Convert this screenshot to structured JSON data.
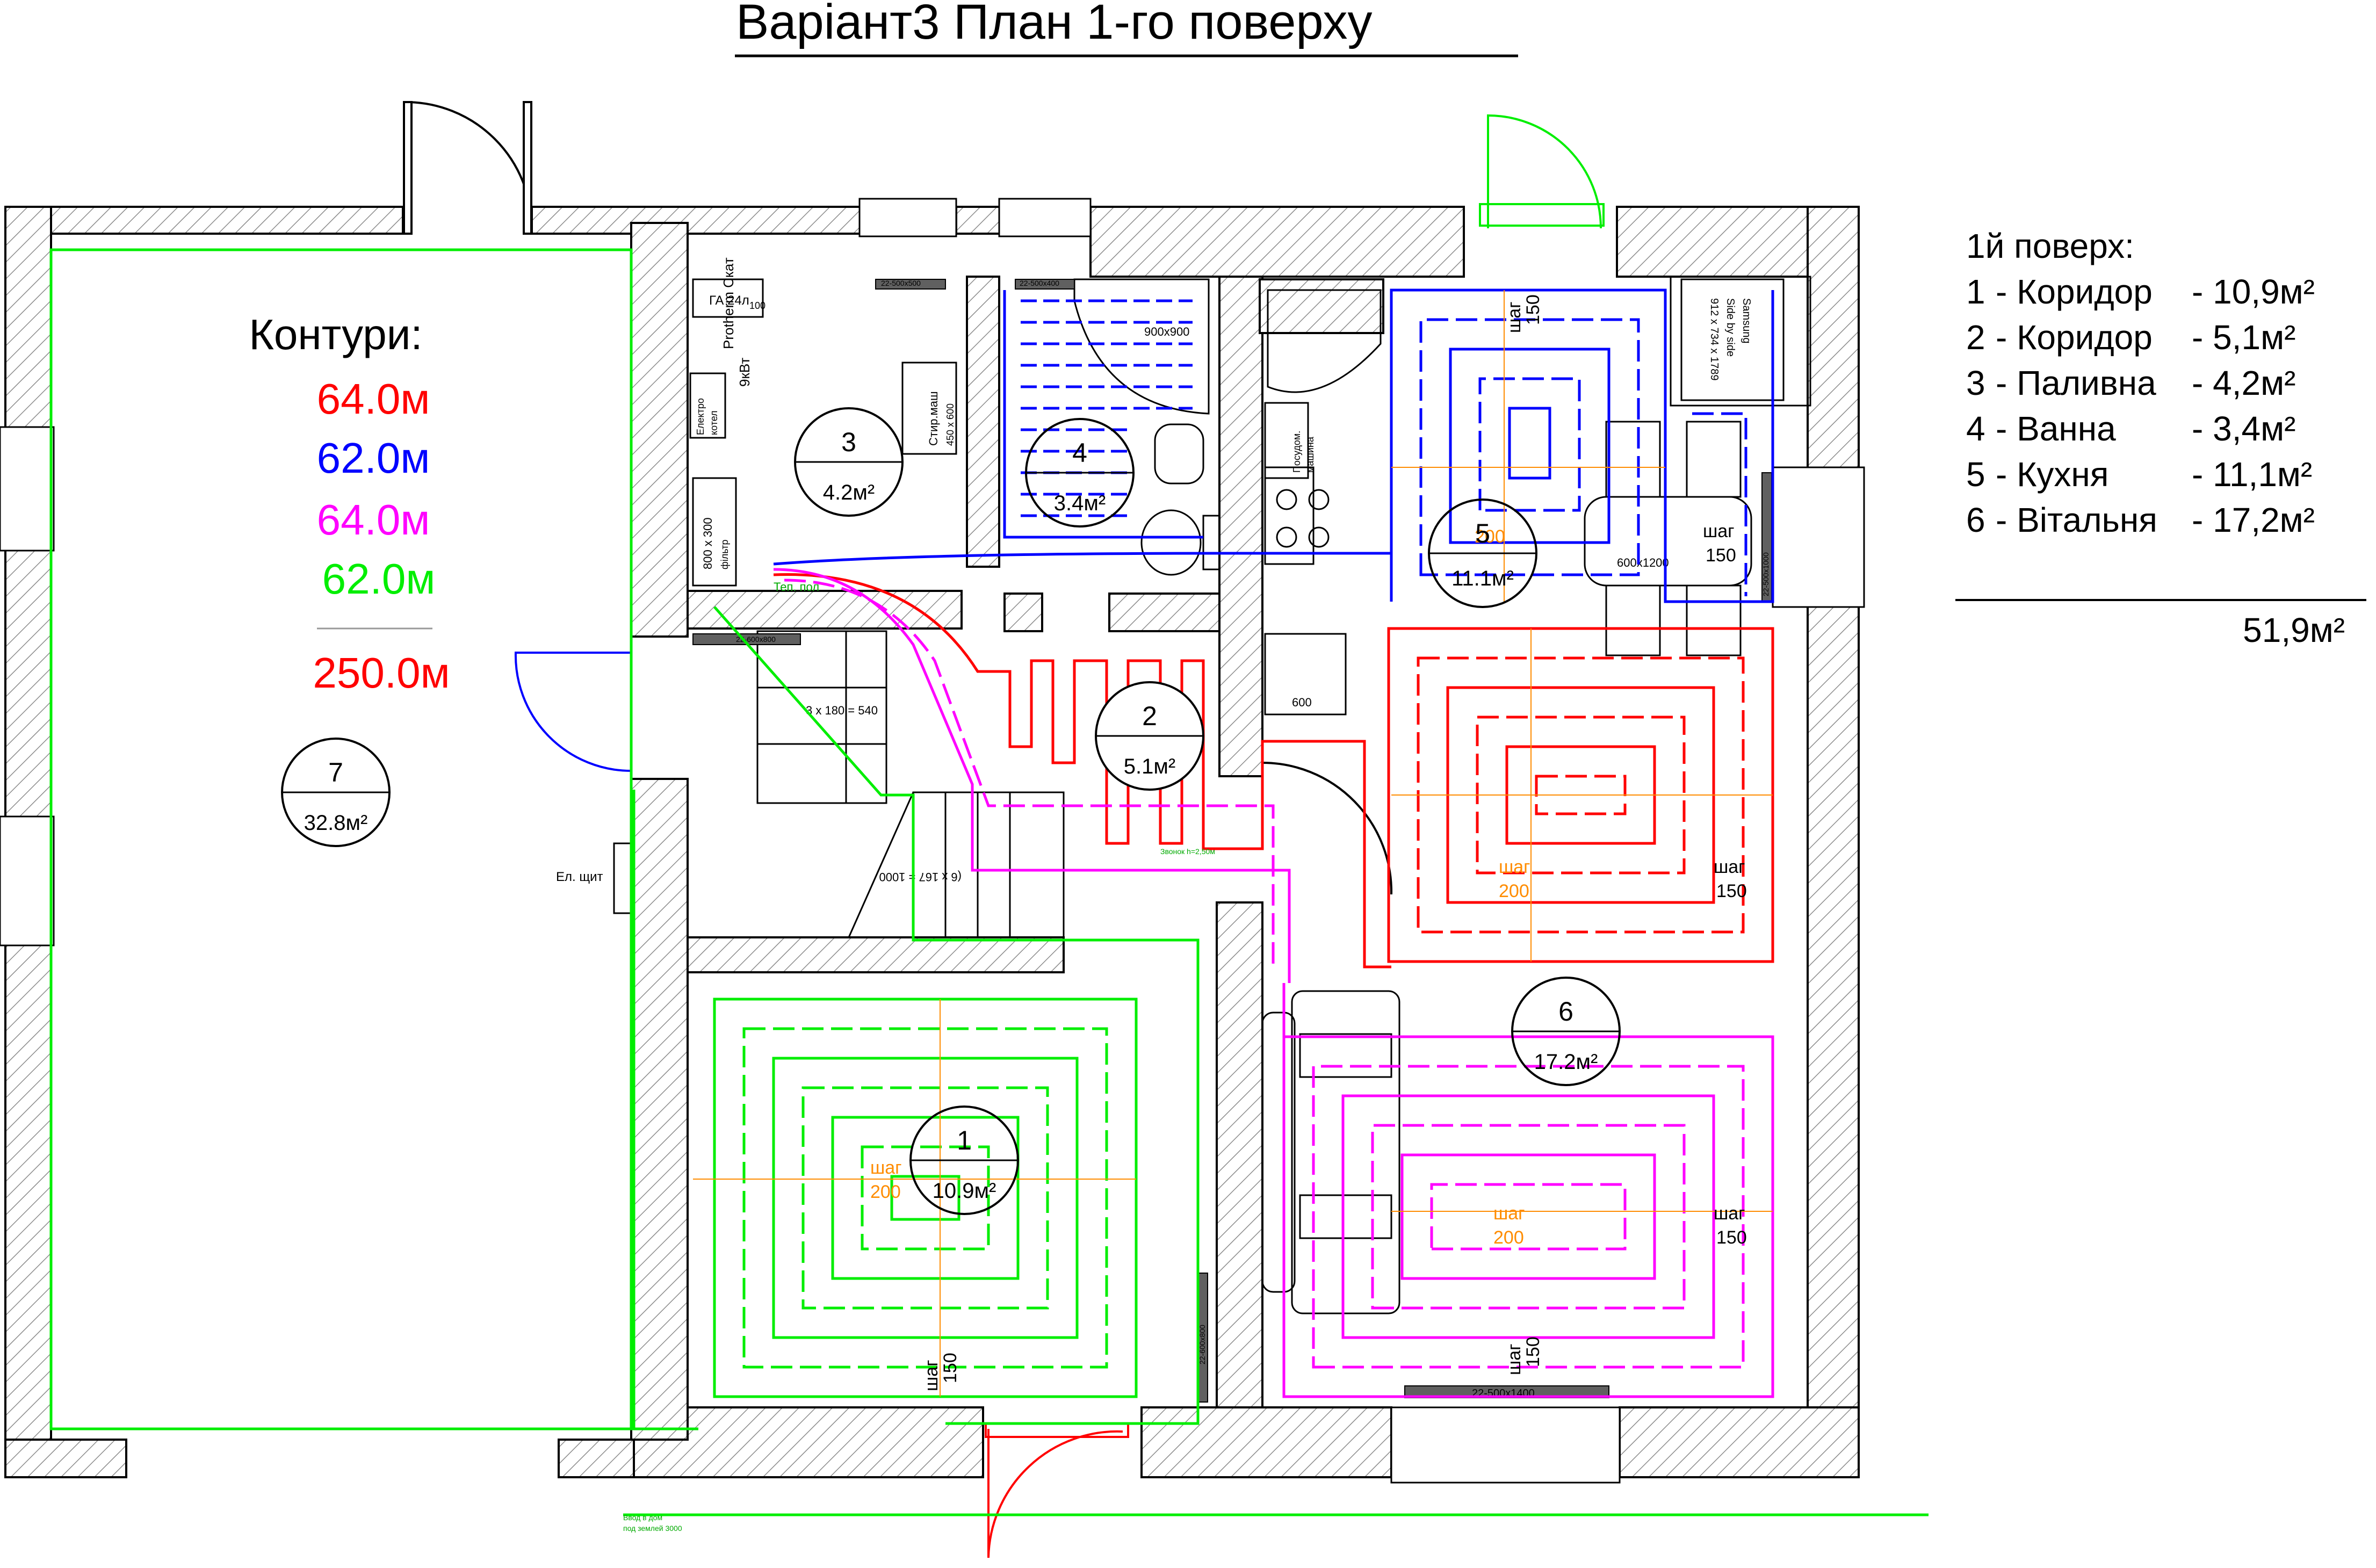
{
  "title": "Варіант3 План 1-го поверху",
  "contours": {
    "heading": "Контури:",
    "items": [
      {
        "value": "64.0м",
        "color": "#ff0000"
      },
      {
        "value": "62.0м",
        "color": "#0000ff"
      },
      {
        "value": "64.0м",
        "color": "#ff00ff"
      },
      {
        "value": "62.0м",
        "color": "#00ee00"
      }
    ],
    "total": "250.0м",
    "total_color": "#ff0000"
  },
  "legend": {
    "heading": "1й поверх:",
    "rows": [
      {
        "num": "1",
        "name": "- Коридор",
        "area": "- 10,9м²"
      },
      {
        "num": "2",
        "name": "- Коридор",
        "area": "- 5,1м²"
      },
      {
        "num": "3",
        "name": "- Паливна",
        "area": "- 4,2м²"
      },
      {
        "num": "4",
        "name": "- Ванна",
        "area": "- 3,4м²"
      },
      {
        "num": "5",
        "name": "- Кухня",
        "area": "- 11,1м²"
      },
      {
        "num": "6",
        "name": "- Вітальня",
        "area": "- 17,2м²"
      }
    ],
    "total": "51,9м²"
  },
  "rooms": [
    {
      "num": "1",
      "area": "10.9м²"
    },
    {
      "num": "2",
      "area": "5.1м²"
    },
    {
      "num": "3",
      "area": "4.2м²"
    },
    {
      "num": "4",
      "area": "3.4м²"
    },
    {
      "num": "5",
      "area": "11.1м²"
    },
    {
      "num": "6",
      "area": "17.2м²"
    },
    {
      "num": "7",
      "area": "32.8м²"
    }
  ],
  "step_labels": {
    "word": "шаг",
    "s150": "150",
    "s200": "200"
  },
  "labels": {
    "el_shield": "Ел. щит",
    "boiler_brand": "Protherm Скат",
    "boiler_power": "9кВт",
    "boiler_box_1": "Електро",
    "boiler_box_2": "котел",
    "ga": "ГА 24л",
    "ga_num": "100",
    "tank": "800 х 300",
    "tank_2": "фільтр",
    "washer_1": "Стир.маш",
    "washer_2": "450 х 600",
    "shower": "900х900",
    "dishwasher_1": "Посудом.",
    "dishwasher_2": "машина",
    "table": "600х1200",
    "fridge_1": "Samsung",
    "fridge_2": "Side by side",
    "fridge_3": "912 x 734 x 1789",
    "stairs_1": "3 х 180 = 540",
    "stairs_2": "(6 х 167 = 1000",
    "dim_600": "600",
    "teplo_pol": "Теп. пол",
    "rad_1": "22-500х500",
    "rad_2": "22-500х400",
    "rad_3": "22-600х800",
    "rad_4": "22-500х1400",
    "rad_5": "22-500х1000",
    "rad_6": "22-600х800",
    "entry_1": "Ввод в дом",
    "entry_2": "под землей 3000",
    "bell": "Звонок h=2,50м"
  },
  "colors": {
    "red": "#ff0000",
    "blue": "#0000ff",
    "magenta": "#ff00ff",
    "green": "#00ee00",
    "orange": "#ff8c00",
    "wall_hatch": "#999999",
    "radiator": "#606060"
  }
}
